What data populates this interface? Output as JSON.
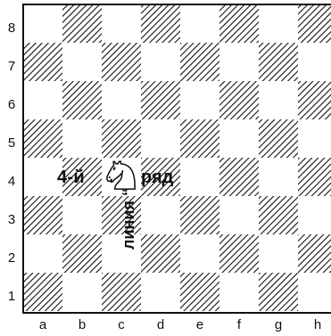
{
  "board": {
    "files": [
      "a",
      "b",
      "c",
      "d",
      "e",
      "f",
      "g",
      "h"
    ],
    "ranks": [
      "8",
      "7",
      "6",
      "5",
      "4",
      "3",
      "2",
      "1"
    ],
    "dark_square_style": "hatched",
    "piece": {
      "type": "knight",
      "color": "white",
      "square": "c4",
      "icon": "knight-icon"
    },
    "annotations": {
      "row_text": "4-й",
      "row_word": "ряд",
      "line_text": "линия “c”"
    }
  },
  "colors": {
    "line": "#111111",
    "light_square": "#ffffff"
  }
}
